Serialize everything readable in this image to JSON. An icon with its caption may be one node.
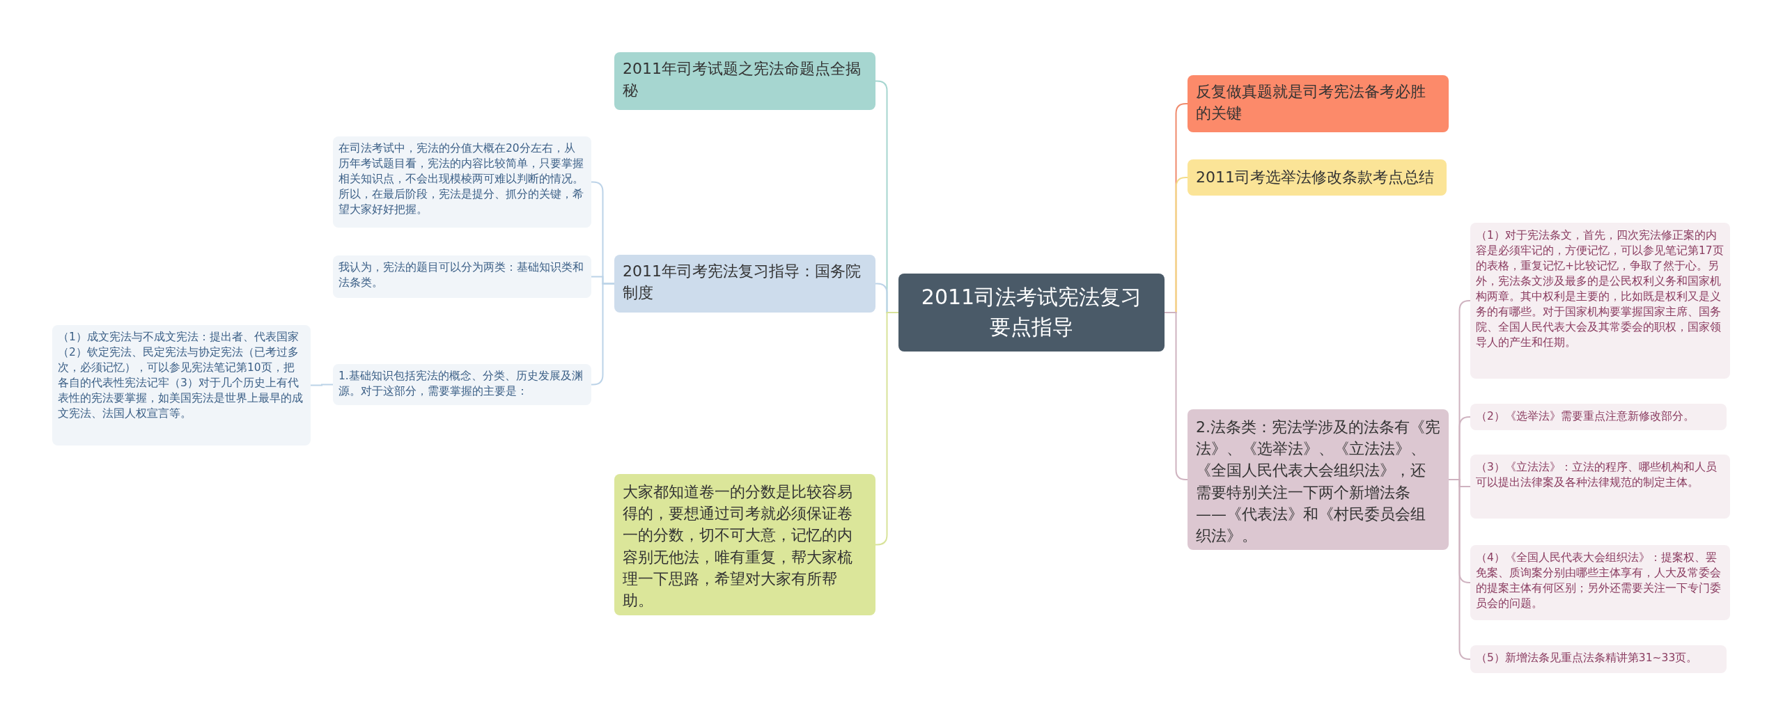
{
  "diagram": {
    "nodes": [
      {
        "text": [
          "2011司法考试宪法复习要点指导"
        ]
      },
      {
        "text": [
          "2011年司考试题之宪法命题点全揭秘"
        ]
      },
      {
        "text": [
          "2011年司考宪法复习指导：国务院制度"
        ]
      },
      {
        "text": [
          "在司法考试中，宪法的分值大概在20分左右，从历年考试题目看，宪法的内容比较简单，只要掌握相关知识点，不会出现模棱两可难以判断的情况。所以，在最后阶段，宪法是提分、抓分的关键，希望大家好好把握。"
        ]
      },
      {
        "text": [
          "我认为，宪法的题目可以分为两类：基础知识类和法条类。"
        ]
      },
      {
        "text": [
          "1.基础知识包括宪法的概念、分类、历史发展及渊源。对于这部分，需要掌握的主要是："
        ]
      },
      {
        "text": [
          "（1）成文宪法与不成文宪法：提出者、代表国家（2）钦定宪法、民定宪法与协定宪法（已考过多次，必须记忆），可以参见宪法笔记第10页，把各自的代表性宪法记牢（3）对于几个历史上有代表性的宪法要掌握，如美国宪法是世界上最早的成文宪法、法国人权宣言等。"
        ]
      },
      {
        "text": [
          "大家都知道卷一的分数是比较容易得的，要想通过司考就必须保证卷一的分数，切不可大意，记忆的内容别无他法，唯有重复，帮大家梳理一下思路，希望对大家有所帮助。"
        ]
      },
      {
        "text": [
          "反复做真题就是司考宪法备考必胜的关键"
        ]
      },
      {
        "text": [
          "2011司考选举法修改条款考点总结"
        ]
      },
      {
        "text": [
          "2.法条类：宪法学涉及的法条有《宪法》、《选举法》、《立法法》、《全国人民代表大会组织法》，还需要特别关注一下两个新增法条——《代表法》和《村民委员会组织法》。"
        ]
      },
      {
        "text": [
          "（1）对于宪法条文，首先，四次宪法修正案的内容是必须牢记的，方便记忆，可以参见笔记第17页的表格，重复记忆+比较记忆，争取了然于心。另外，宪法条文涉及最多的是公民权利义务和国家机构两章。其中权利是主要的，比如既是权利又是义务的有哪些。对于国家机构要掌握国家主席、国务院、全国人民代表大会及其常委会的职权，国家领导人的产生和任期。"
        ]
      },
      {
        "text": [
          "（2）《选举法》需要重点注意新修改部分。"
        ]
      },
      {
        "text": [
          "（3）《立法法》：立法的程序、哪些机构和人员可以提出法律案及各种法律规范的制定主体。"
        ]
      },
      {
        "text": [
          "（4）《全国人民代表大会组织法》：提案权、罢免案、质询案分别由哪些主体享有，人大及常委会的提案主体有何区别；另外还需要关注一下专门委员会的问题。"
        ]
      },
      {
        "text": [
          "（5）新增法条见重点法条精讲第31~33页。"
        ]
      }
    ],
    "edges": [
      {
        "from": 0,
        "to": 1,
        "arrow": "none",
        "color": "#a6d6d0"
      },
      {
        "from": 0,
        "to": 2,
        "arrow": "none",
        "color": "#bcd3e8"
      },
      {
        "from": 2,
        "to": 3,
        "arrow": "none",
        "color": "#bcd3e8"
      },
      {
        "from": 2,
        "to": 4,
        "arrow": "none",
        "color": "#bcd3e8"
      },
      {
        "from": 2,
        "to": 5,
        "arrow": "none",
        "color": "#bcd3e8"
      },
      {
        "from": 5,
        "to": 6,
        "arrow": "none",
        "color": "#bcd3e8"
      },
      {
        "from": 0,
        "to": 7,
        "arrow": "none",
        "color": "#d8e39a"
      },
      {
        "from": 0,
        "to": 8,
        "arrow": "none",
        "color": "#f08a6c"
      },
      {
        "from": 0,
        "to": 9,
        "arrow": "none",
        "color": "#f4dc88"
      },
      {
        "from": 0,
        "to": 10,
        "arrow": "none",
        "color": "#cfb3c0"
      },
      {
        "from": 10,
        "to": 11,
        "arrow": "none",
        "color": "#cfb3c0"
      },
      {
        "from": 10,
        "to": 12,
        "arrow": "none",
        "color": "#cfb3c0"
      },
      {
        "from": 10,
        "to": 13,
        "arrow": "none",
        "color": "#cfb3c0"
      },
      {
        "from": 10,
        "to": 14,
        "arrow": "none",
        "color": "#cfb3c0"
      },
      {
        "from": 10,
        "to": 15,
        "arrow": "none",
        "color": "#cfb3c0"
      }
    ]
  }
}
